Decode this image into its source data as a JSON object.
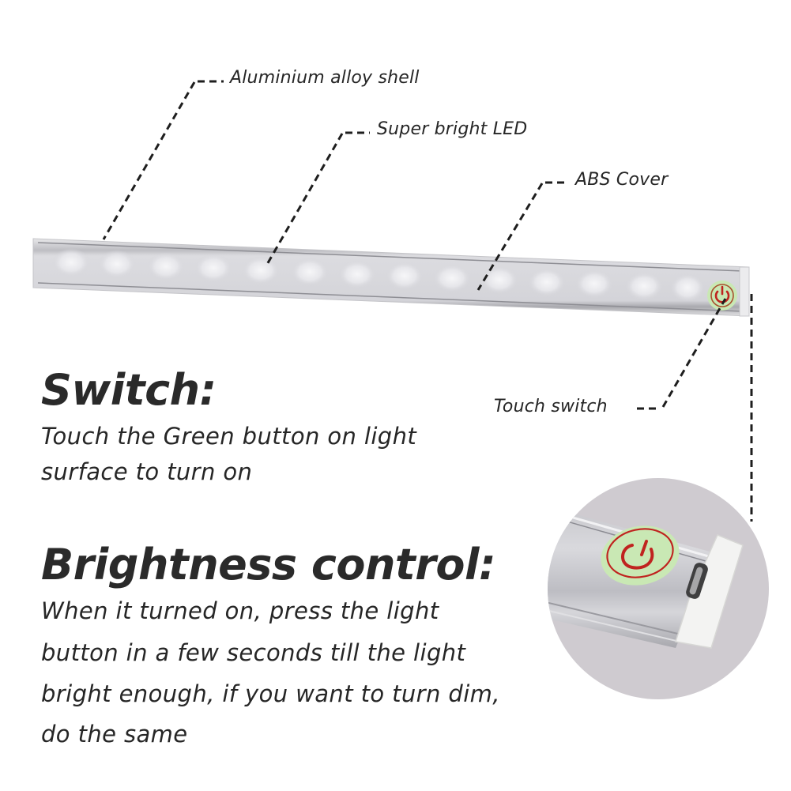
{
  "callouts": {
    "shell": "Aluminium alloy shell",
    "led": "Super bright LED",
    "cover": "ABS Cover",
    "touch": "Touch switch"
  },
  "switch_section": {
    "heading": "Switch:",
    "lines": [
      "Touch the Green button on light",
      "surface to turn on"
    ]
  },
  "brightness_section": {
    "heading": "Brightness control:",
    "lines": [
      "When it turned on, press the light",
      "button in a few seconds till the light",
      "bright enough, if you want to turn dim,",
      "do the same"
    ]
  },
  "product": {
    "name": "LED light bar",
    "button_icon": "power-icon",
    "port_icon": "micro-usb-port-icon",
    "colors": {
      "button_fill": "#c9e8b4",
      "button_ring": "#c0231f",
      "bar_body": "#d9d9dc",
      "background": "#ffffff",
      "detail_circle_bg": "#cfcbd0"
    }
  }
}
